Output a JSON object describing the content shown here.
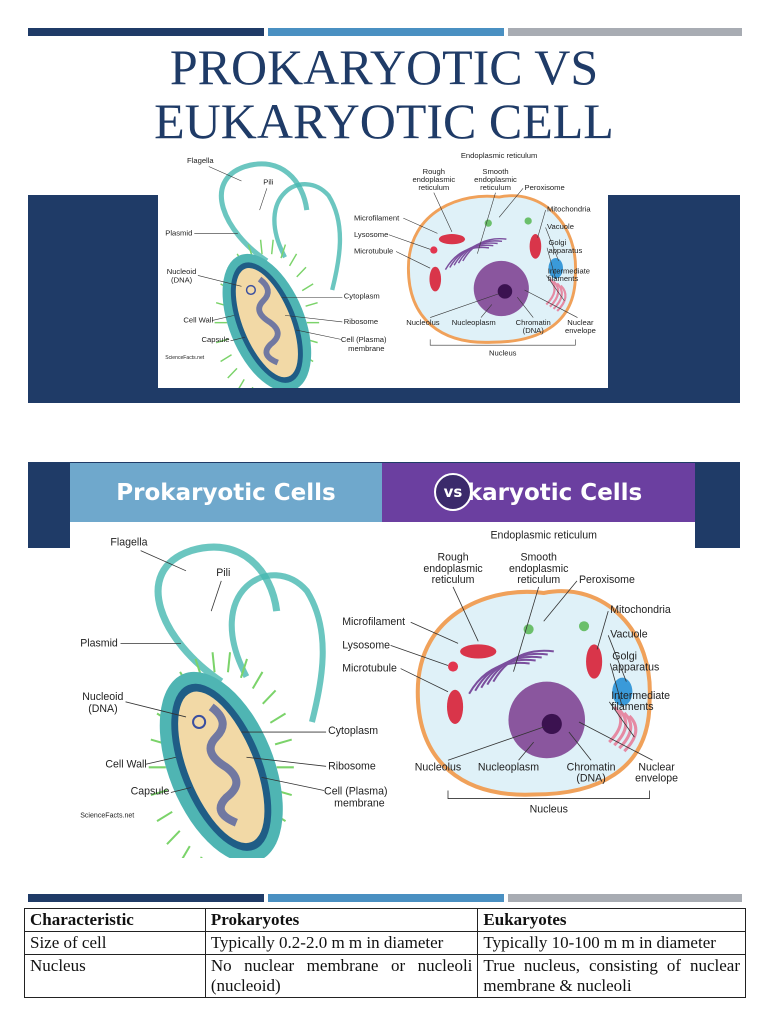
{
  "title_line1": "PROKARYOTIC VS",
  "title_line2": "EUKARYOTIC CELL",
  "colors": {
    "navy": "#1f3b67",
    "blue": "#4a90c2",
    "grey": "#a8acb3",
    "banner_left": "#6fa8cc",
    "banner_right": "#6b3fa0"
  },
  "diagram_labels": {
    "flagella": "Flagella",
    "pili": "Pili",
    "plasmid": "Plasmid",
    "nucleoid_1": "Nucleoid",
    "nucleoid_2": "(DNA)",
    "cell_wall": "Cell Wall",
    "capsule": "Capsule",
    "cytoplasm": "Cytoplasm",
    "ribosome": "Ribosome",
    "cell_membrane_1": "Cell (Plasma)",
    "cell_membrane_2": "membrane",
    "er": "Endoplasmic reticulum",
    "rough_1": "Rough",
    "rough_2": "endoplasmic",
    "rough_3": "reticulum",
    "smooth_1": "Smooth",
    "smooth_2": "endoplasmic",
    "smooth_3": "reticulum",
    "peroxisome": "Peroxisome",
    "mitochondria": "Mitochondria",
    "vacuole": "Vacuole",
    "golgi_1": "Golgi",
    "golgi_2": "apparatus",
    "intermediate_1": "Intermediate",
    "intermediate_2": "filaments",
    "microfilament": "Microfilament",
    "lysosome": "Lysosome",
    "microtubule": "Microtubule",
    "nucleolus": "Nucleolus",
    "nucleoplasm": "Nucleoplasm",
    "chromatin_1": "Chromatin",
    "chromatin_2": "(DNA)",
    "nuclear_1": "Nuclear",
    "nuclear_2": "envelope",
    "nucleus": "Nucleus",
    "logo": "ScienceFacts.net"
  },
  "banner": {
    "left": "Prokaryotic Cells",
    "vs": "vs",
    "right": "Eukaryotic Cells"
  },
  "table": {
    "headers": [
      "Characteristic",
      "Prokaryotes",
      "Eukaryotes"
    ],
    "rows": [
      [
        "Size of cell",
        "Typically 0.2-2.0 m m in diameter",
        "Typically 10-100 m m in diameter"
      ],
      [
        "Nucleus",
        "No nuclear membrane or nucleoli (nucleoid)",
        "True nucleus, consisting of nuclear membrane & nucleoli"
      ]
    ]
  }
}
